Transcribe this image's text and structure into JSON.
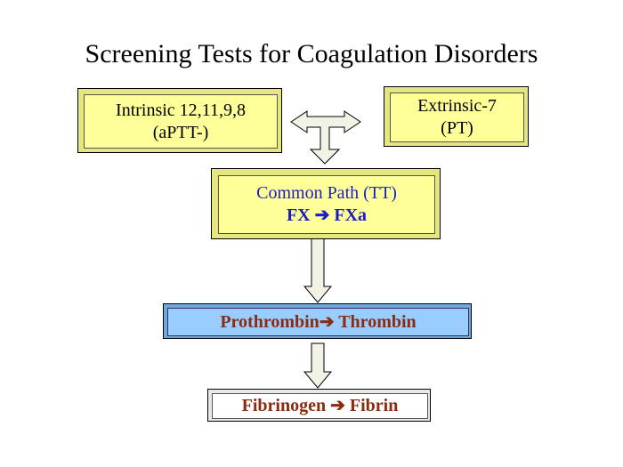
{
  "title": "Screening Tests for Coagulation Disorders",
  "intrinsic": {
    "line1": "Intrinsic 12,11,9,8",
    "line2": "(aPTT-)"
  },
  "extrinsic": {
    "line1": "Extrinsic-7",
    "line2": "(PT)"
  },
  "common": {
    "line1": "Common Path (TT)",
    "line2_a": "FX",
    "line2_b": "FXa"
  },
  "prothrombin": {
    "a": "Prothrombin",
    "b": "Thrombin"
  },
  "fibrinogen": {
    "a": "Fibrinogen",
    "b": "Fibrin"
  },
  "arrow_glyph": "➔",
  "colors": {
    "box_fill": "#ffff99",
    "prothrombin_fill": "#99ccff",
    "label_brown": "#8b2c10",
    "common_text_blue": "#1c1ccc",
    "arrow_fill": "#f2f2e6"
  }
}
